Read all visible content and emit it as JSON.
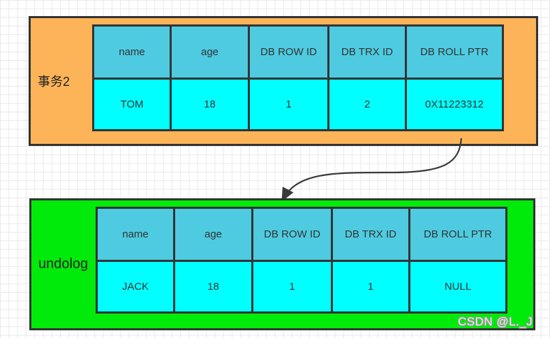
{
  "transaction_box": {
    "label": "事务2",
    "background": "#FDB458",
    "table": {
      "headers": [
        "name",
        "age",
        "DB ROW ID",
        "DB TRX ID",
        "DB ROLL PTR"
      ],
      "values": [
        "TOM",
        "18",
        "1",
        "2",
        "0X11223312"
      ]
    }
  },
  "undolog_box": {
    "label": "undolog",
    "background": "#00EB0A",
    "table": {
      "headers": [
        "name",
        "age",
        "DB ROW ID",
        "DB TRX ID",
        "DB ROLL PTR"
      ],
      "values": [
        "JACK",
        "18",
        "1",
        "1",
        "NULL"
      ]
    }
  },
  "watermark": "CSDN @L._J",
  "colors": {
    "container_orange": "#FDB458",
    "container_green": "#00EB0A",
    "header_cell": "#4ECBE0",
    "data_cell": "#00FFFF",
    "border": "#333333"
  }
}
